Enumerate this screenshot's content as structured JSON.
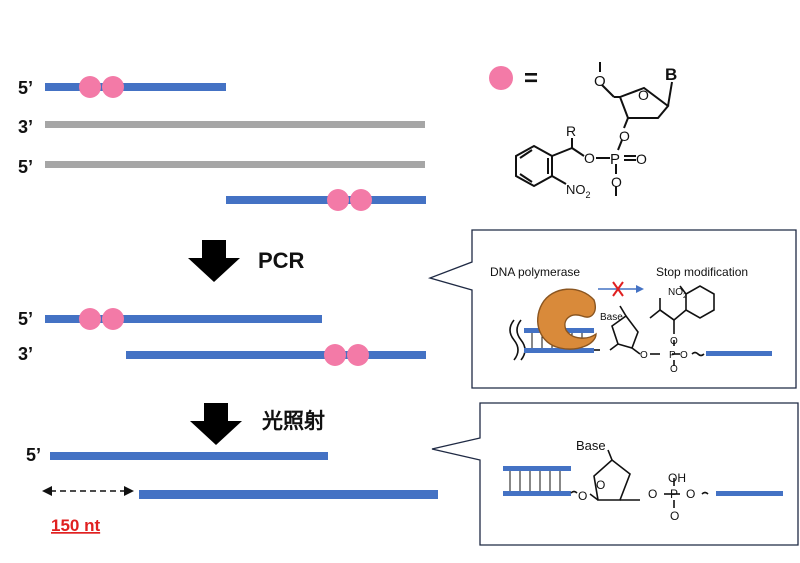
{
  "colors": {
    "strand_blue": "#4472c4",
    "strand_gray": "#a6a6a6",
    "bead_pink": "#f37aa7",
    "highlight_red": "#e02020",
    "polymerase_orange": "#d98a3a"
  },
  "labels": {
    "prime5": "5’",
    "prime3": "3’",
    "equals": "=",
    "step_pcr": "PCR",
    "step_light": "光照射",
    "length": "150 nt"
  },
  "chem_top": {
    "base": "B",
    "r": "R",
    "nitro": "NO",
    "nitro_sub": "2",
    "o": "O",
    "p": "P"
  },
  "callout1": {
    "enzyme": "DNA polymerase",
    "stop": "Stop modification",
    "base": "Base",
    "nitro": "NO",
    "nitro_sub": "2",
    "o": "O",
    "p": "P"
  },
  "callout2": {
    "base": "Base",
    "oh": "OH",
    "o": "O",
    "p": "P"
  }
}
